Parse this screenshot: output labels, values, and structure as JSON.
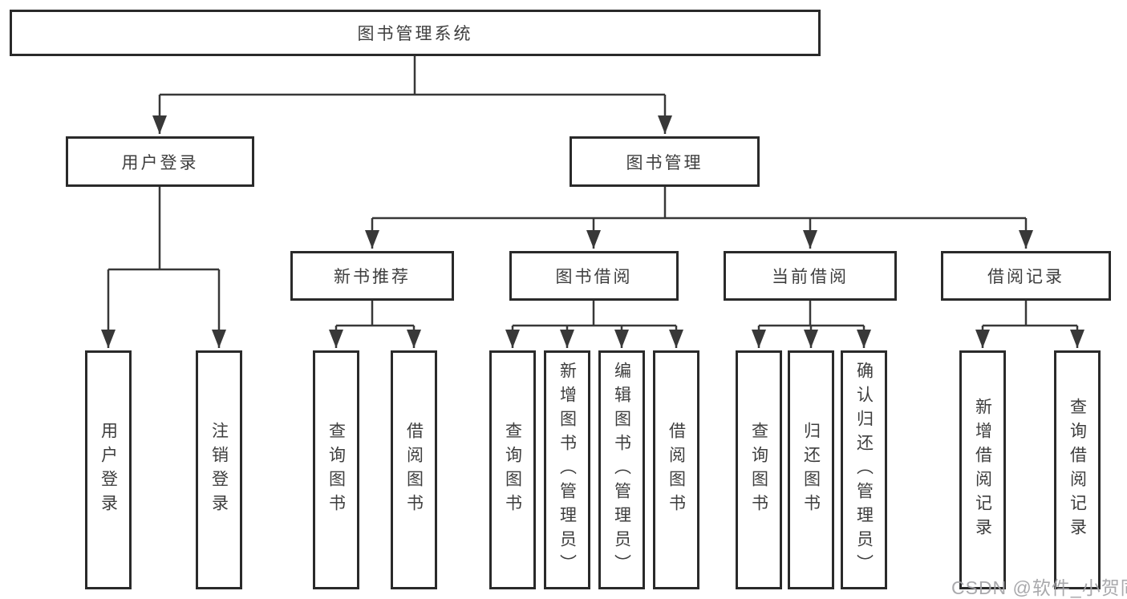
{
  "nodes": {
    "root": "图书管理系统",
    "user_login": "用户登录",
    "book_mgmt": "图书管理",
    "new_book_rec": "新书推荐",
    "book_borrow": "图书借阅",
    "current_borrow": "当前借阅",
    "borrow_record": "借阅记录",
    "ul_user_login": "用户登录",
    "ul_logout": "注销登录",
    "nbr_query_book": "查询图书",
    "nbr_borrow_book": "借阅图书",
    "bb_query_book": "查询图书",
    "bb_add_book": "新增图书（管理员）",
    "bb_edit_book": "编辑图书（管理员）",
    "bb_borrow_book": "借阅图书",
    "cb_query_book": "查询图书",
    "cb_return_book": "归还图书",
    "cb_confirm_return": "确认归还（管理员）",
    "br_add_record": "新增借阅记录",
    "br_query_record": "查询借阅记录"
  },
  "watermark": "CSDN @软件_小贺同学",
  "colors": {
    "line": "#383838",
    "border": "#2a2a2a",
    "text": "#3e3e3e",
    "watermark": "#a2a2a6"
  }
}
